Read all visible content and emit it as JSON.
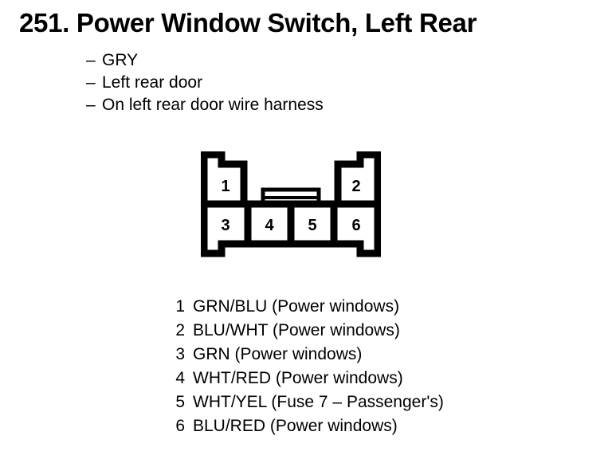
{
  "header": {
    "number": "251.",
    "title": "Power Window Switch, Left Rear",
    "full_title": "251. Power Window Switch, Left Rear"
  },
  "attributes": {
    "dash": "–",
    "items": [
      "GRY",
      "Left rear door",
      "On left rear door wire harness"
    ]
  },
  "connector": {
    "name": "6-pin connector",
    "top_row_pins": [
      "1",
      "2"
    ],
    "bottom_row_pins": [
      "3",
      "4",
      "5",
      "6"
    ],
    "latch_tab": "center-latch-tab"
  },
  "pin_legend": [
    {
      "pin": "1",
      "wire": "GRN/BLU",
      "circuit": "(Power windows)",
      "text": "GRN/BLU (Power windows)"
    },
    {
      "pin": "2",
      "wire": "BLU/WHT",
      "circuit": "(Power windows)",
      "text": "BLU/WHT (Power windows)"
    },
    {
      "pin": "3",
      "wire": "GRN",
      "circuit": "(Power windows)",
      "text": "GRN (Power windows)"
    },
    {
      "pin": "4",
      "wire": "WHT/RED",
      "circuit": "(Power windows)",
      "text": "WHT/RED (Power windows)"
    },
    {
      "pin": "5",
      "wire": "WHT/YEL",
      "circuit": "(Fuse 7 – Passenger's)",
      "text": "WHT/YEL (Fuse 7 – Passenger's)"
    },
    {
      "pin": "6",
      "wire": "BLU/RED",
      "circuit": "(Power windows)",
      "text": "BLU/RED (Power windows)"
    }
  ],
  "colors": {
    "ink": "#000000",
    "background": "#ffffff"
  }
}
